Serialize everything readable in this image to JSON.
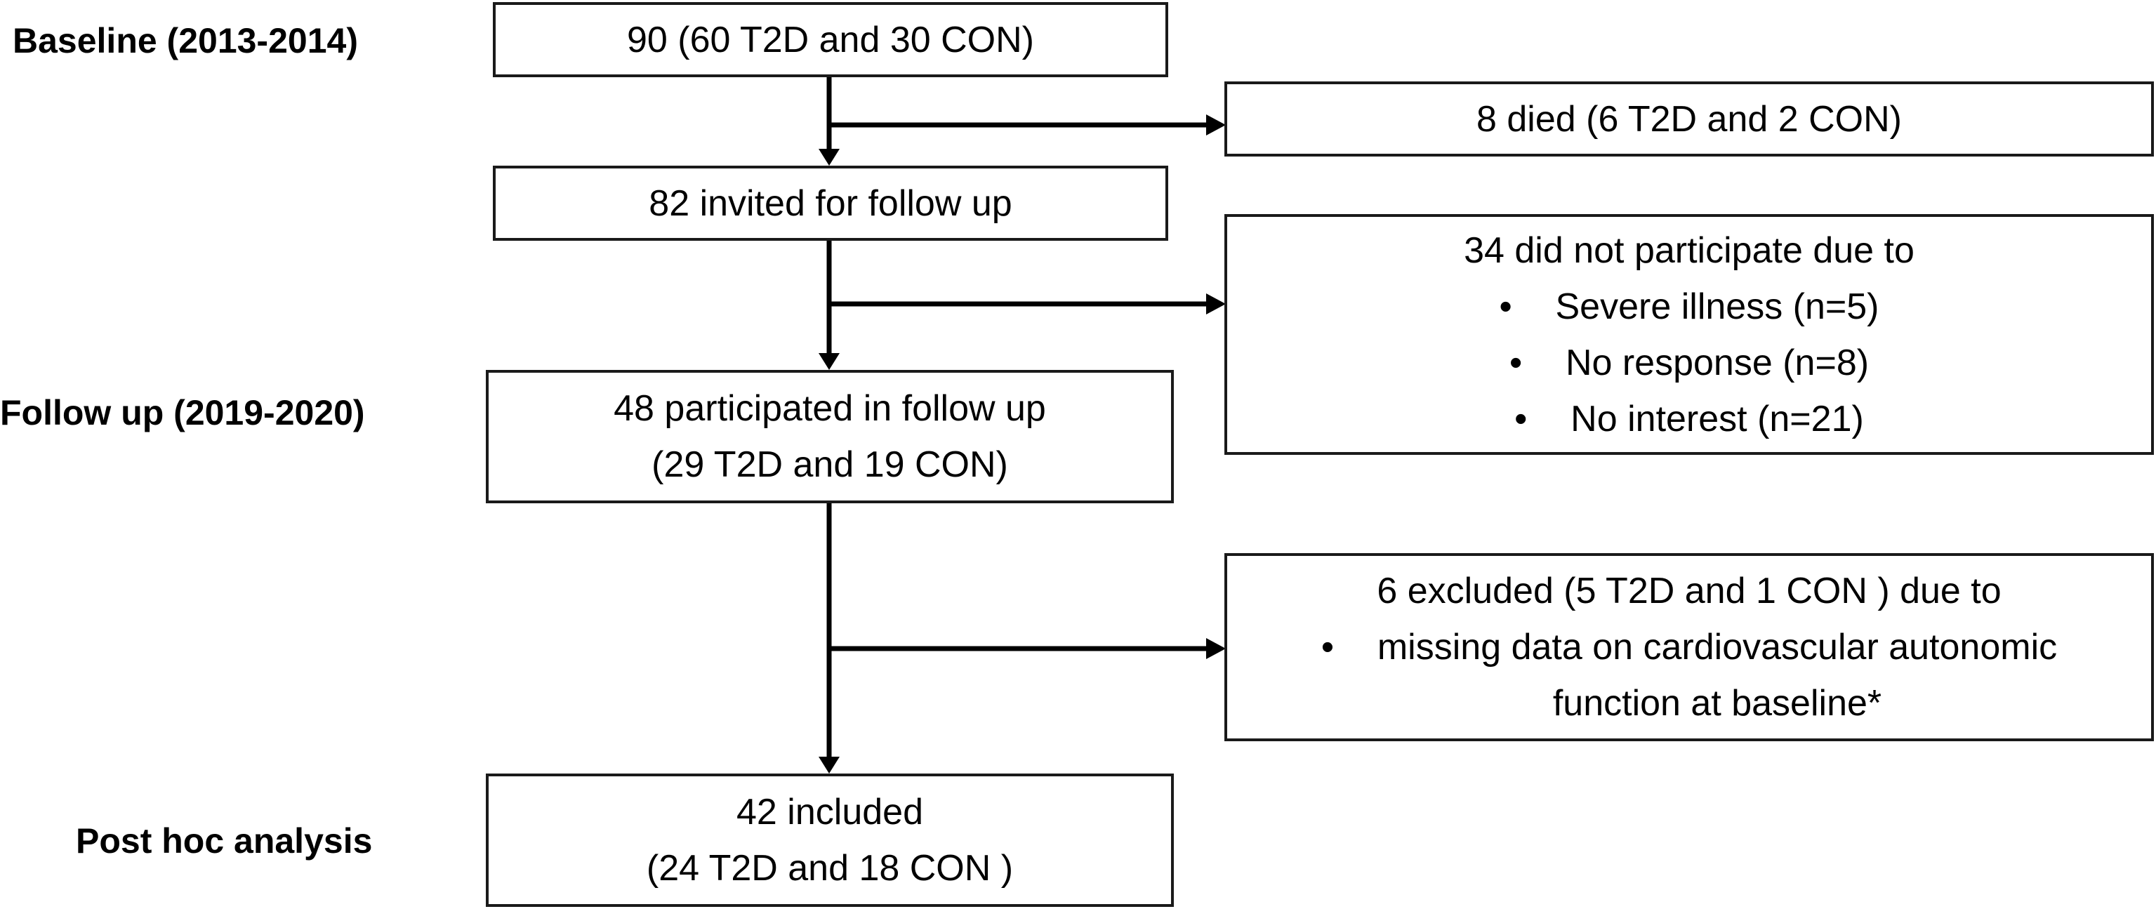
{
  "stages": {
    "baseline": "Baseline (2013-2014)",
    "follow_up": "Follow up (2019-2020)",
    "post_hoc": "Post hoc analysis"
  },
  "boxes": {
    "baseline_count": "90 (60 T2D and 30 CON)",
    "died": "8 died (6 T2D and 2 CON)",
    "invited": "82 invited for follow up",
    "not_participate": {
      "heading": "34 did not participate due to",
      "reasons": [
        "Severe illness (n=5)",
        "No response (n=8)",
        "No interest (n=21)"
      ]
    },
    "participated": {
      "line1": "48 participated in follow up",
      "line2": "(29 T2D and 19 CON)"
    },
    "excluded": {
      "heading": "6 excluded (5 T2D and 1 CON ) due to",
      "reason_line1": "missing data on cardiovascular autonomic",
      "reason_line2": "function at baseline*"
    },
    "included": {
      "line1": "42 included",
      "line2": "(24 T2D and 18 CON )"
    }
  },
  "bullet_glyph": "•"
}
